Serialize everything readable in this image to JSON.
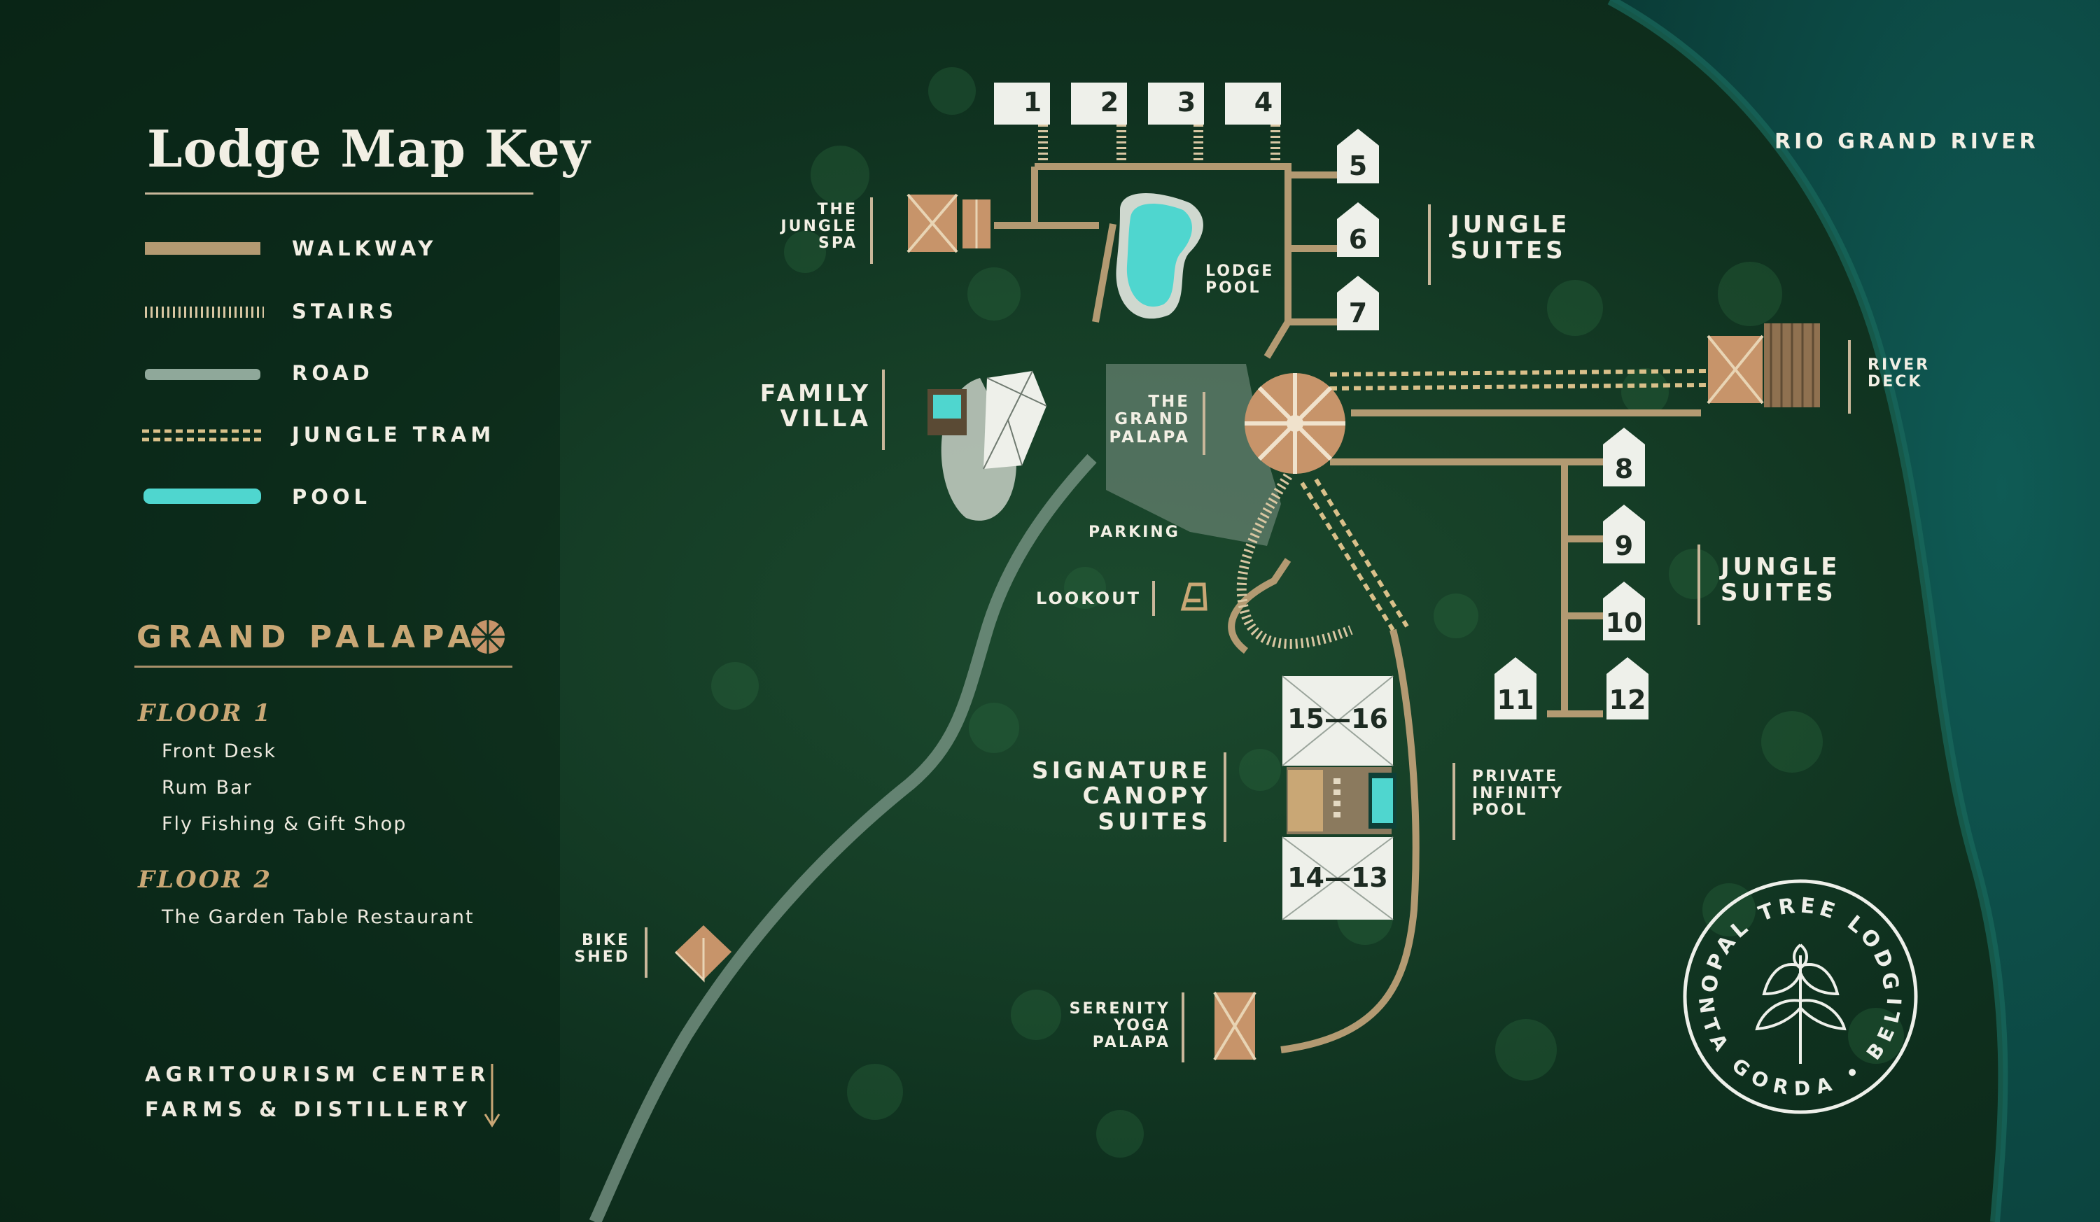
{
  "legend": {
    "title": "Lodge Map Key",
    "items": [
      {
        "label": "WALKWAY",
        "color": "#b39a72"
      },
      {
        "label": "STAIRS",
        "color": "#d8c6a2"
      },
      {
        "label": "ROAD",
        "color": "#8fa89a"
      },
      {
        "label": "JUNGLE TRAM",
        "color": "#d9c08a"
      },
      {
        "label": "POOL",
        "color": "#4fd6cf"
      }
    ]
  },
  "grand_palapa": {
    "title": "GRAND PALAPA",
    "floors": [
      {
        "title": "FLOOR 1",
        "items": [
          "Front Desk",
          "Rum Bar",
          "Fly Fishing & Gift Shop"
        ]
      },
      {
        "title": "FLOOR 2",
        "items": [
          "The Garden Table Restaurant"
        ]
      }
    ]
  },
  "agritourism": {
    "line1": "AGRITOURISM CENTER",
    "line2": "FARMS & DISTILLERY"
  },
  "map_labels": {
    "river": "RIO GRAND RIVER",
    "jungle_spa": [
      "THE",
      "JUNGLE",
      "SPA"
    ],
    "lodge_pool": [
      "LODGE",
      "POOL"
    ],
    "jungle_suites_top": [
      "JUNGLE",
      "SUITES"
    ],
    "family_villa": [
      "FAMILY",
      "VILLA"
    ],
    "grand_palapa": [
      "THE",
      "GRAND",
      "PALAPA"
    ],
    "river_deck": [
      "RIVER",
      "DECK"
    ],
    "jungle_suites_right": [
      "JUNGLE",
      "SUITES"
    ],
    "parking": "PARKING",
    "lookout": "LOOKOUT",
    "signature_canopy": [
      "SIGNATURE",
      "CANOPY",
      "SUITES"
    ],
    "private_infinity_pool": [
      "PRIVATE",
      "INFINITY",
      "POOL"
    ],
    "bike_shed": [
      "BIKE",
      "SHED"
    ],
    "serenity_yoga": [
      "SERENITY",
      "YOGA",
      "PALAPA"
    ]
  },
  "suite_numbers": [
    "1",
    "2",
    "3",
    "4",
    "5",
    "6",
    "7",
    "8",
    "9",
    "10",
    "11",
    "12"
  ],
  "canopy_numbers": {
    "top": "15—16",
    "bottom": "14—13"
  },
  "seal": {
    "top_text": "COPAL TREE LODGE",
    "bottom_text": "PUNTA GORDA • BELIZE"
  },
  "colors": {
    "background": "#0f311f",
    "river": "#0e4a47",
    "walkway": "#b39a72",
    "pool": "#4fd6cf",
    "label": "#f2efe4",
    "accent": "#c9a775"
  }
}
